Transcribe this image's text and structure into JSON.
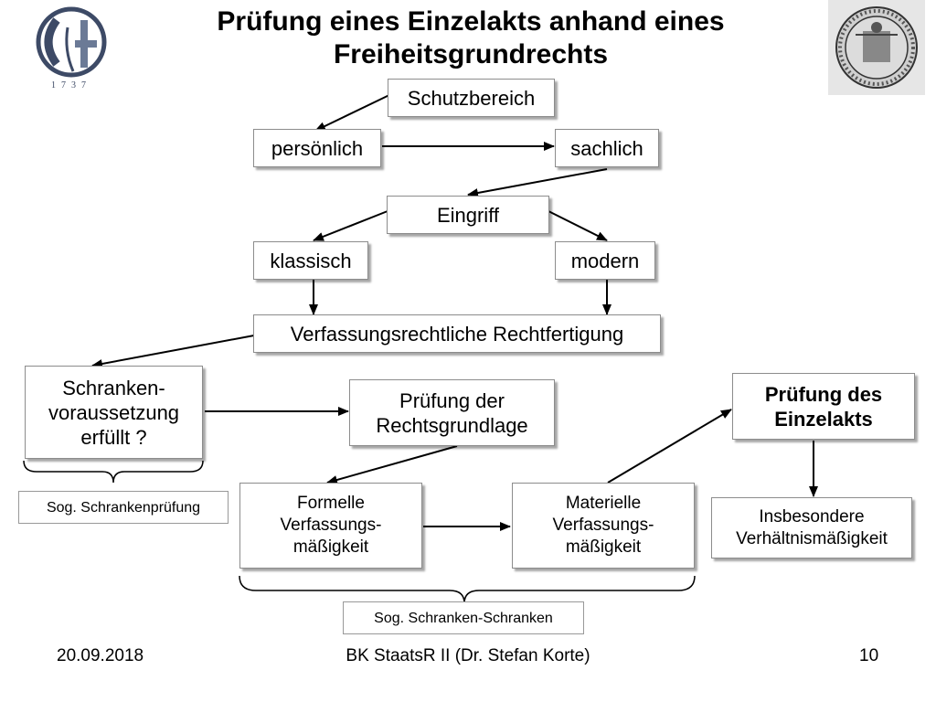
{
  "title": {
    "line1": "Prüfung eines Einzelakts anhand eines",
    "line2": "Freiheitsgrundrechts"
  },
  "logo": {
    "year_text": "1737"
  },
  "nodes": {
    "schutzbereich": "Schutzbereich",
    "persoenlich": "persönlich",
    "sachlich": "sachlich",
    "eingriff": "Eingriff",
    "klassisch": "klassisch",
    "modern": "modern",
    "rechtfertigung": "Verfassungsrechtliche Rechtfertigung",
    "schranken": [
      "Schranken-",
      "voraussetzung",
      "erfüllt ?"
    ],
    "rechtsgrundlage": [
      "Prüfung der",
      "Rechtsgrundlage"
    ],
    "einzelakt": [
      "Prüfung des",
      "Einzelakts"
    ],
    "formell": [
      "Formelle",
      "Verfassungs-",
      "mäßigkeit"
    ],
    "materiell": [
      "Materielle",
      "Verfassungs-",
      "mäßigkeit"
    ],
    "verhaeltnis": [
      "Insbesondere",
      "Verhältnismäßigkeit"
    ]
  },
  "labels": {
    "schrankenpruefung": "Sog. Schrankenprüfung",
    "schranken_schranken": "Sog. Schranken-Schranken"
  },
  "footer": {
    "date": "20.09.2018",
    "course": "BK StaatsR II (Dr. Stefan Korte)",
    "page": "10"
  }
}
